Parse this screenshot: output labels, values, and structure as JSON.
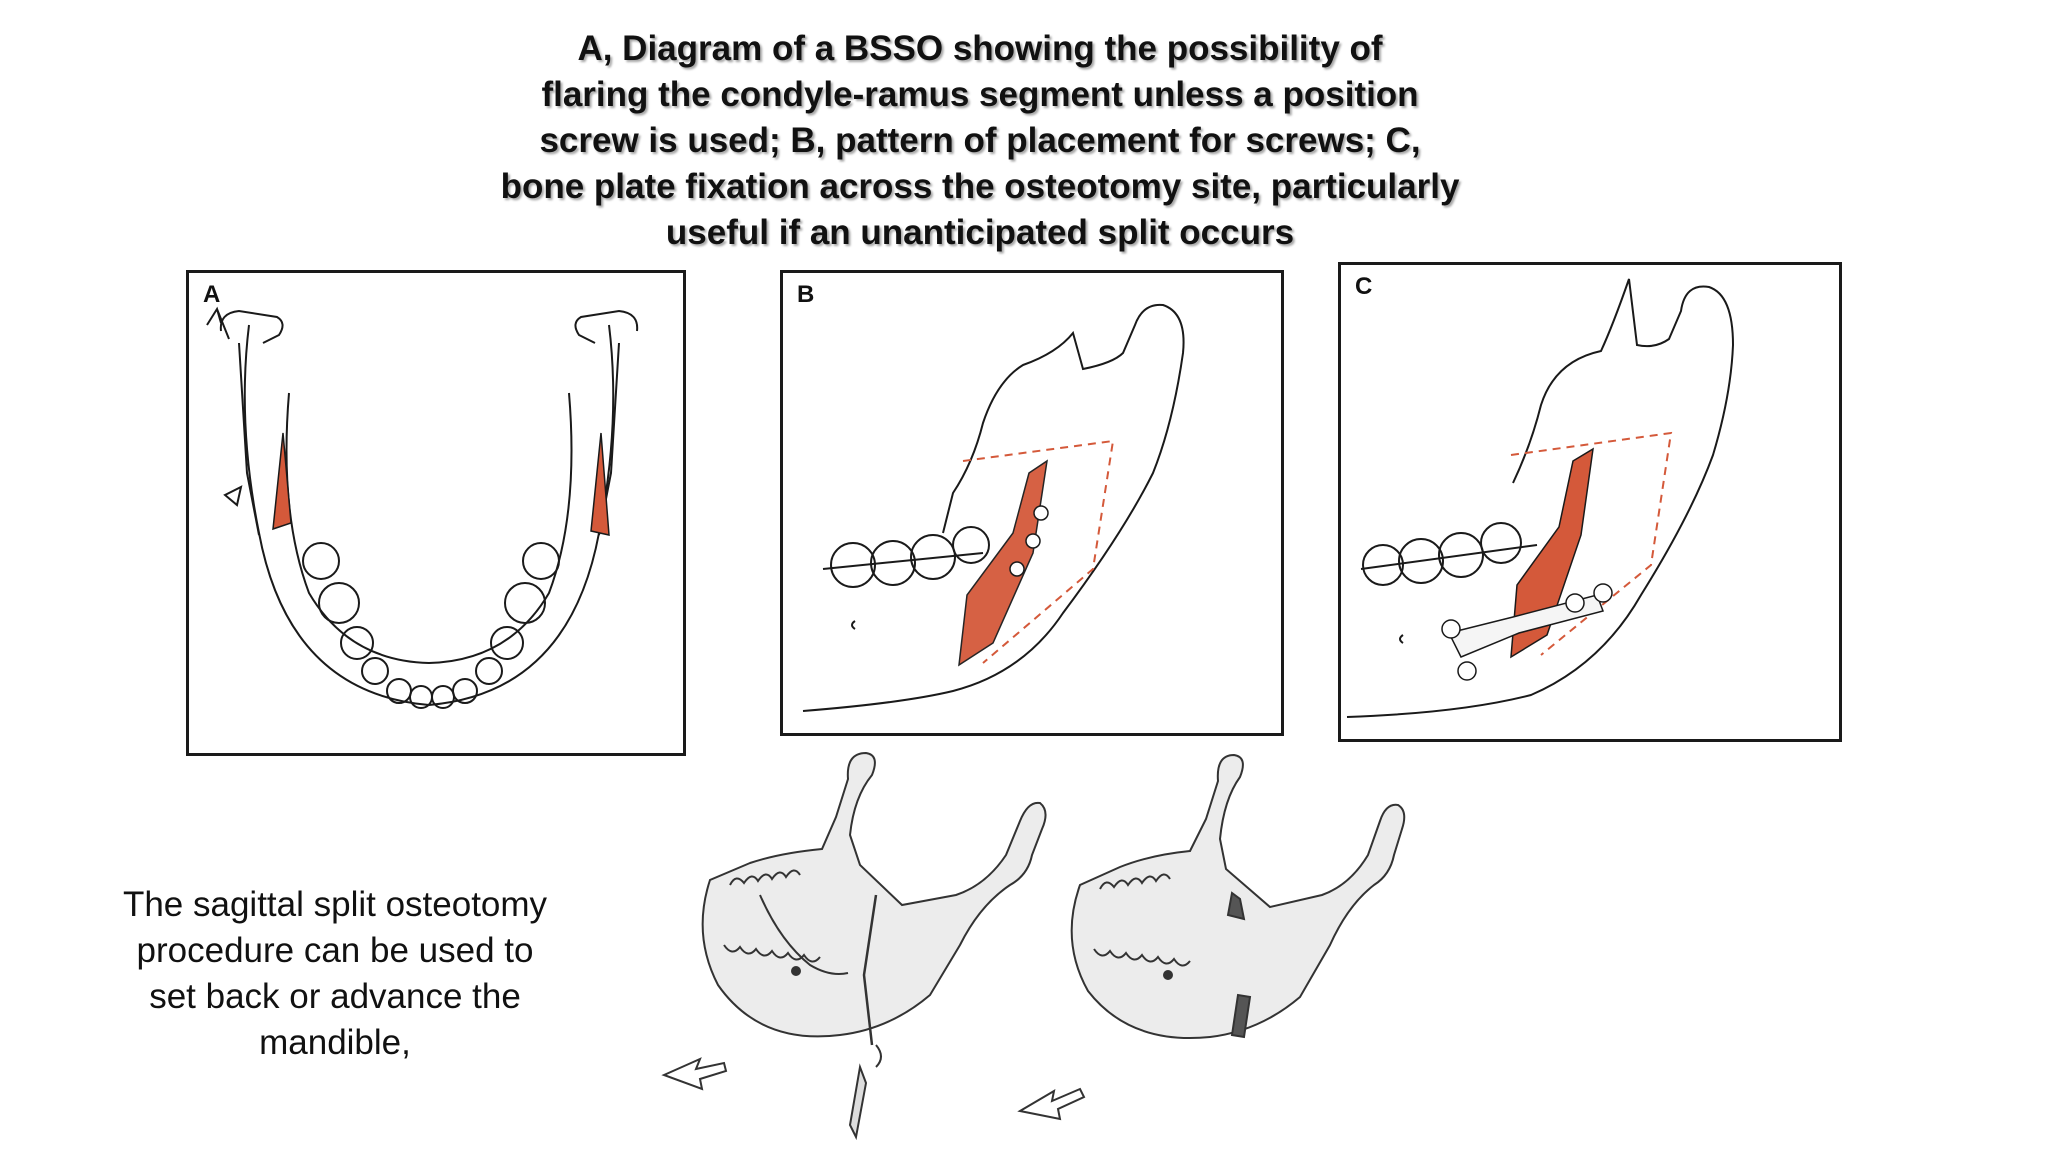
{
  "slide": {
    "title_lines": [
      "A, Diagram of a BSSO showing the possibility of",
      "flaring the condyle-ramus segment unless a position",
      "screw is used; B, pattern of placement for screws; C,",
      "bone plate fixation across the osteotomy site, particularly",
      "useful if an unanticipated split occurs"
    ],
    "caption_lines": [
      "The sagittal split osteotomy",
      "procedure can be used to",
      "set back or advance the",
      "mandible,"
    ]
  },
  "panels": {
    "a": {
      "letter": "A"
    },
    "b": {
      "letter": "B"
    },
    "c": {
      "letter": "C"
    }
  },
  "colors": {
    "osteotomy": "#d4593a",
    "line": "#1a1a1a",
    "bone_fill": "#ececec"
  }
}
